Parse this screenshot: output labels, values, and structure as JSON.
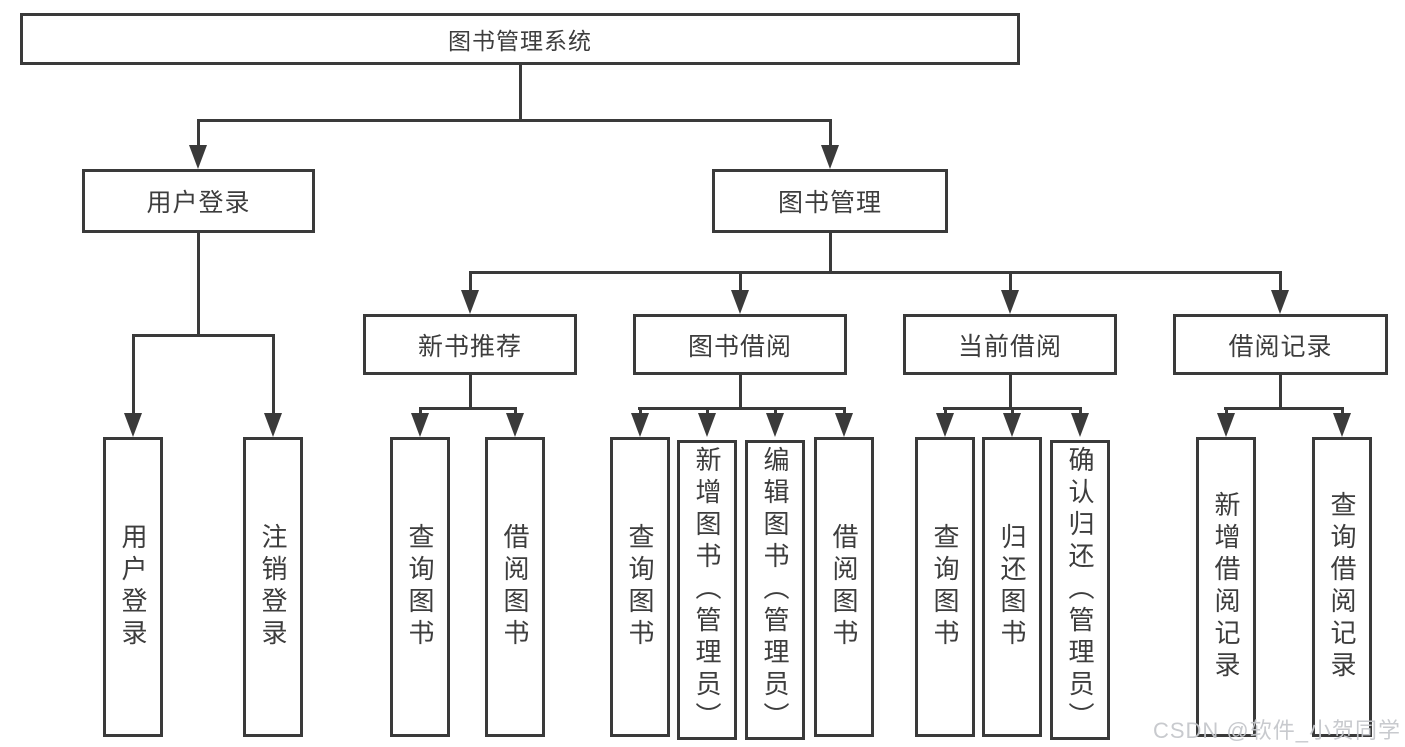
{
  "diagram_title": "图书管理系统",
  "nodes": {
    "root": "图书管理系统",
    "user_login": "用户登录",
    "book_mgmt": "图书管理",
    "new_books": "新书推荐",
    "book_borrow": "图书借阅",
    "current_borrow": "当前借阅",
    "borrow_records": "借阅记录",
    "leaves": {
      "user_login": [
        "用户登录",
        "注销登录"
      ],
      "new_books": [
        "查询图书",
        "借阅图书"
      ],
      "book_borrow": [
        "查询图书",
        "新增图书（管理员）",
        "编辑图书（管理员）",
        "借阅图书"
      ],
      "current_borrow": [
        "查询图书",
        "归还图书",
        "确认归还（管理员）"
      ],
      "borrow_records": [
        "新增借阅记录",
        "查询借阅记录"
      ]
    }
  },
  "watermark": "CSDN @软件_小贺同学",
  "colors": {
    "line": "#3a3a3a",
    "text": "#3d3d3d",
    "background": "#ffffff",
    "watermark": "#c5c7cb"
  }
}
